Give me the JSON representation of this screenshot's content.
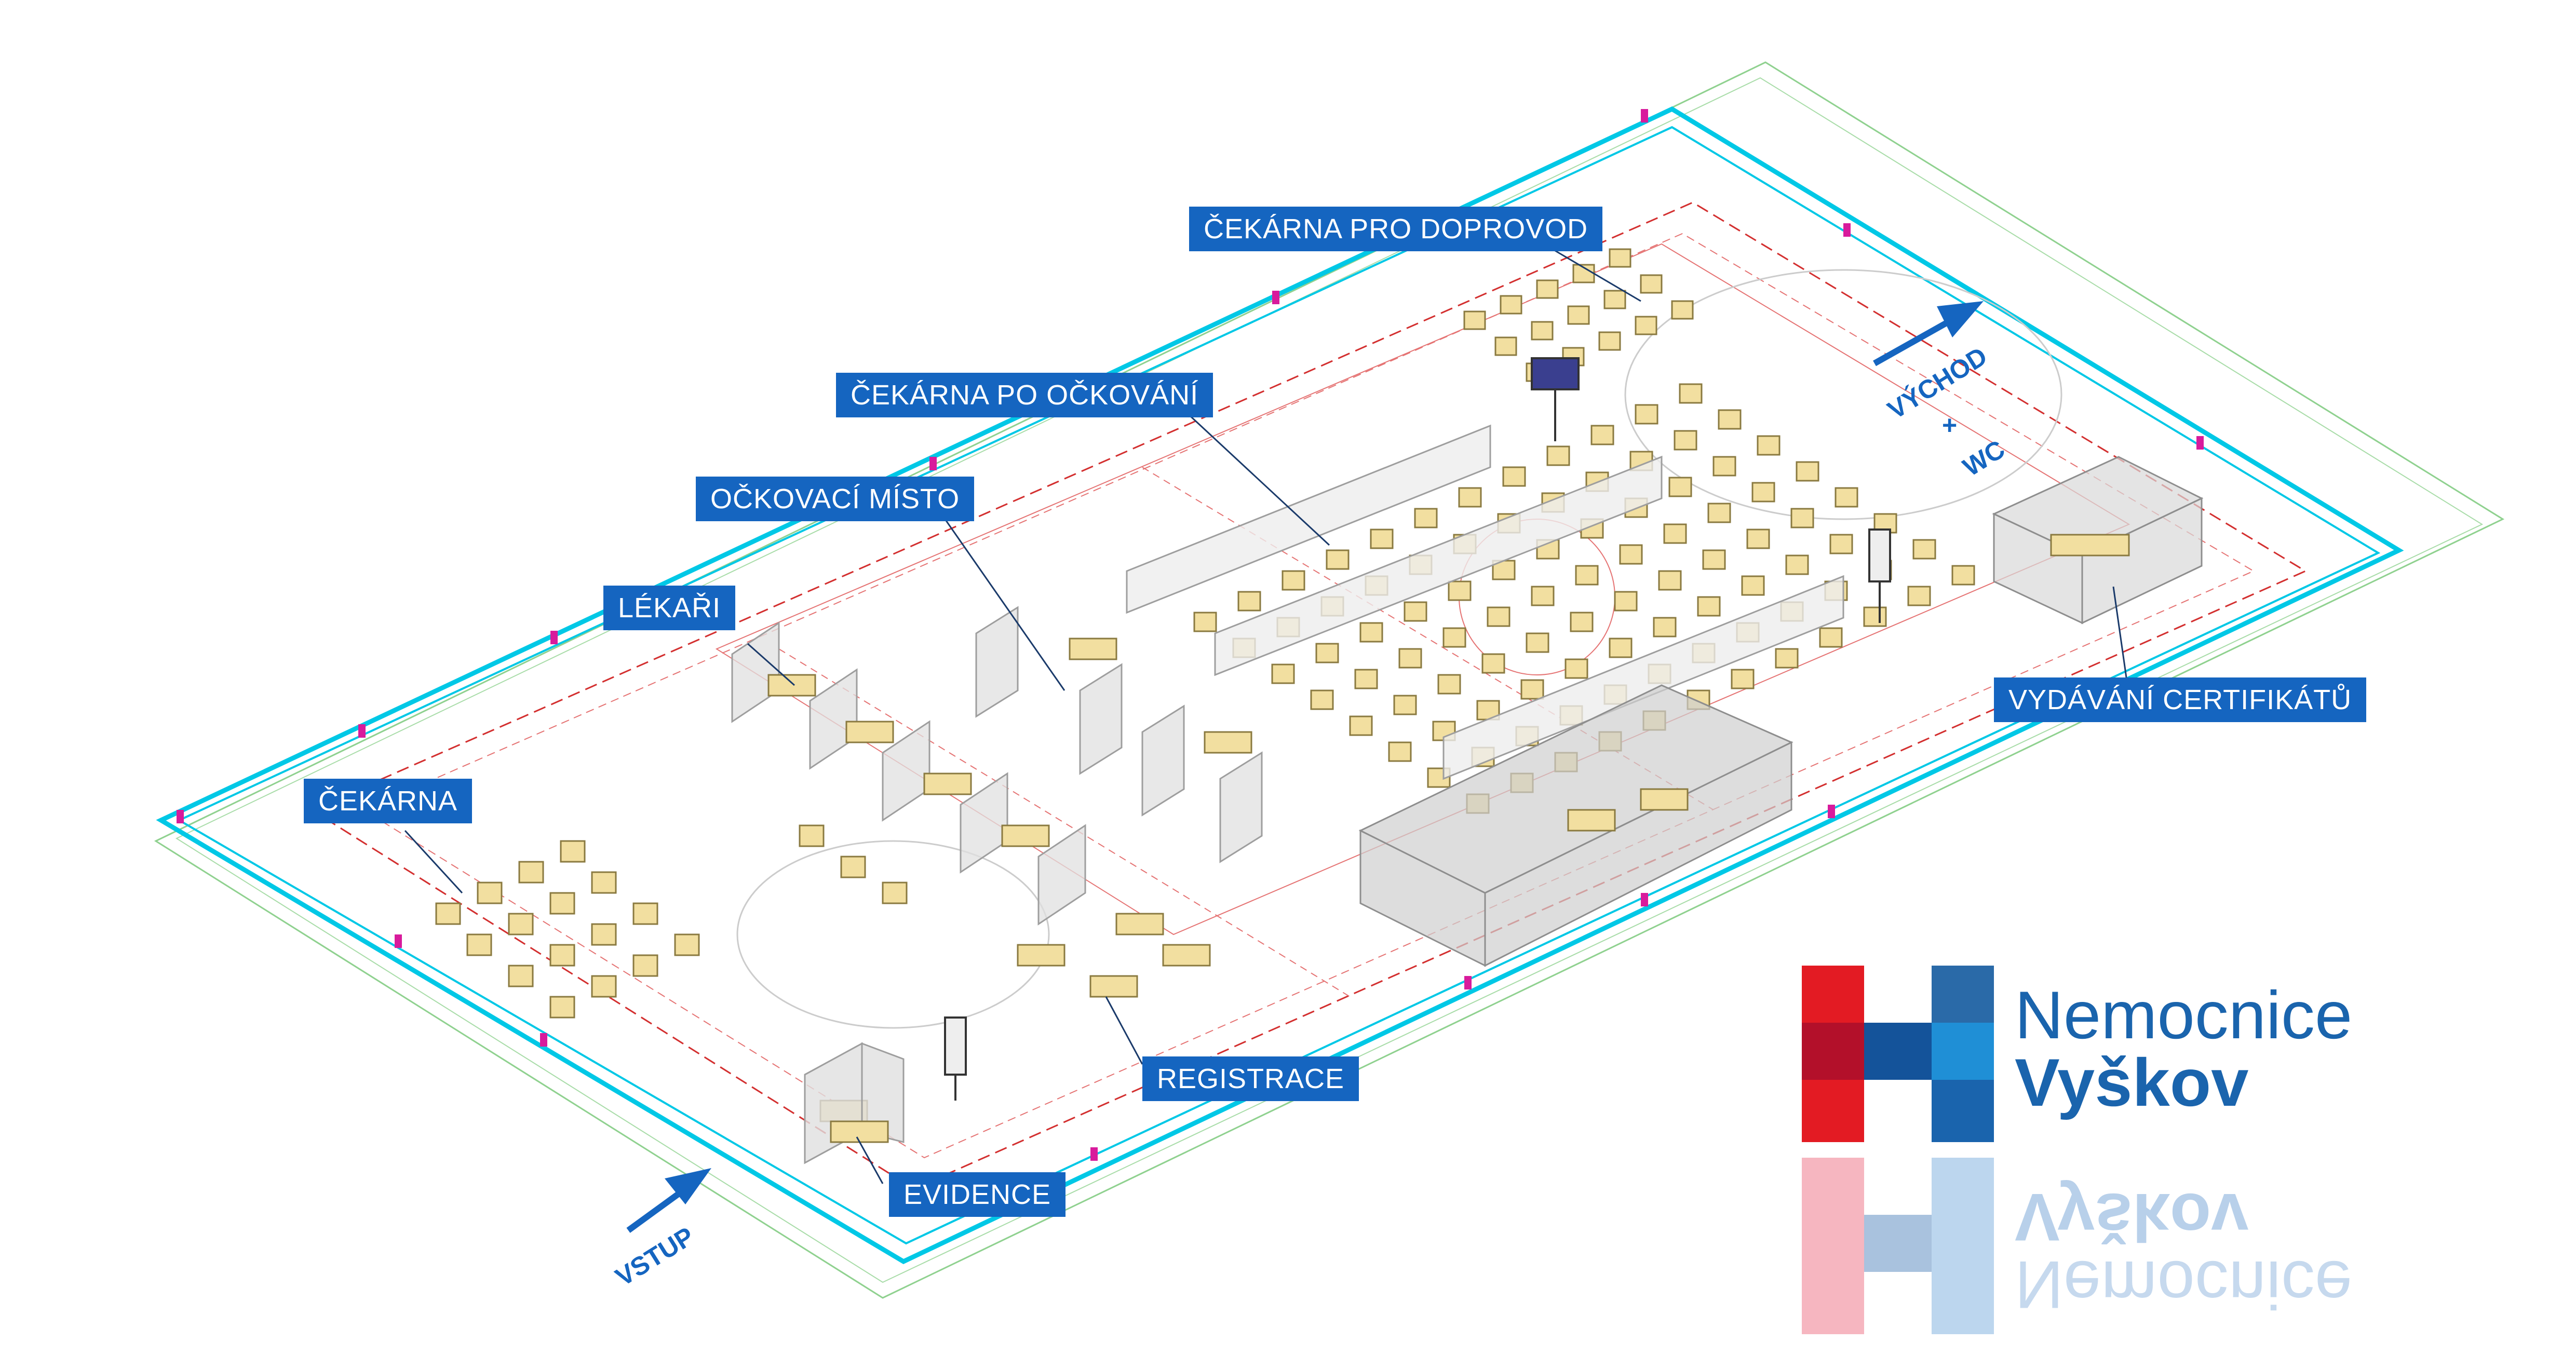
{
  "labels": {
    "cekarna_pro_doprovod": "ČEKÁRNA PRO DOPROVOD",
    "cekarna_po_ockovani": "ČEKÁRNA PO OČKOVÁNÍ",
    "ockovaci_misto": "OČKOVACÍ MÍSTO",
    "lekari": "LÉKAŘI",
    "cekarna": "ČEKÁRNA",
    "vydavani_certifikatu": "VYDÁVÁNÍ CERTIFIKÁTŮ",
    "registrace": "REGISTRACE",
    "evidence": "EVIDENCE"
  },
  "arrows": {
    "vychod": "VÝCHOD",
    "plus": "+",
    "wc": "WC",
    "vstup": "VSTUP"
  },
  "logo": {
    "line1": "Nemocnice",
    "line2": "Vyškov"
  },
  "colors": {
    "label_bg": "#1565c0",
    "label_text": "#ffffff",
    "wall_cyan": "#00c8e6",
    "plan_red": "#d32f2f",
    "plan_green": "#7cc47c",
    "furniture": "#f2dfa0",
    "partition": "#bdbdbd",
    "logo_red": "#e31b23",
    "logo_blue": "#1a64ad"
  }
}
